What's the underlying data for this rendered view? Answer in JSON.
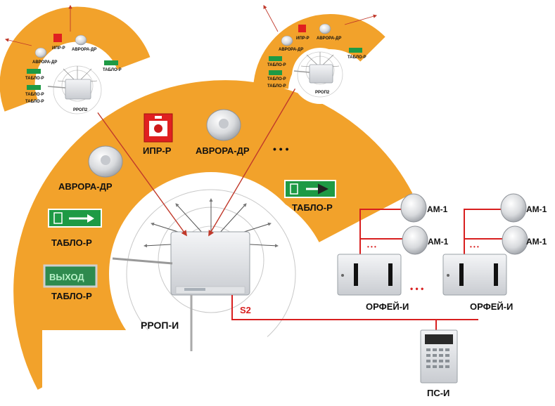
{
  "labels": {
    "ipr": "ИПР-Р",
    "avrora_top": "АВРОРА-ДР",
    "avrora_left": "АВРОРА-ДР",
    "tablo_right": "ТАБЛО-Р",
    "tablo_left1": "ТАБЛО-Р",
    "tablo_left2": "ТАБЛО-Р",
    "exit_sign_text": "ВЫХОД",
    "rrop_main": "РРОП-И",
    "s2": "S2",
    "orfei1": "ОРФЕЙ-И",
    "orfei2": "ОРФЕЙ-И",
    "am1_a": "АМ-1",
    "am1_b": "АМ-1",
    "am1_c": "АМ-1",
    "am1_d": "АМ-1",
    "ps": "ПС-И",
    "dots": "• • •"
  },
  "mini_left": {
    "rrop": "РРОП2",
    "avrora": "АВРОРА-ДР",
    "ipr": "ИПР-Р",
    "avrora2": "АВРОРА-ДР",
    "tablo1": "ТАБЛО-Р",
    "tablo2": "ТАБЛО-Р",
    "tablo3": "ТАБЛО-Р",
    "tablo4": "ТАБЛО-Р"
  },
  "mini_right": {
    "rrop": "РРОП2",
    "avrora": "АВРОРА-ДР",
    "ipr": "ИПР-Р",
    "avrora2": "АВРОРА-ДР",
    "tablo1": "ТАБЛО-Р",
    "tablo2": "ТАБЛО-Р",
    "tablo3": "ТАБЛО-Р",
    "tablo4": "ТАБЛО-Р"
  },
  "colors": {
    "orange": "#f2a22b",
    "wire": "#d81f1f",
    "arrow": "#c0392b",
    "sign_green": "#1e9a45",
    "device": "#e4e6ea"
  }
}
